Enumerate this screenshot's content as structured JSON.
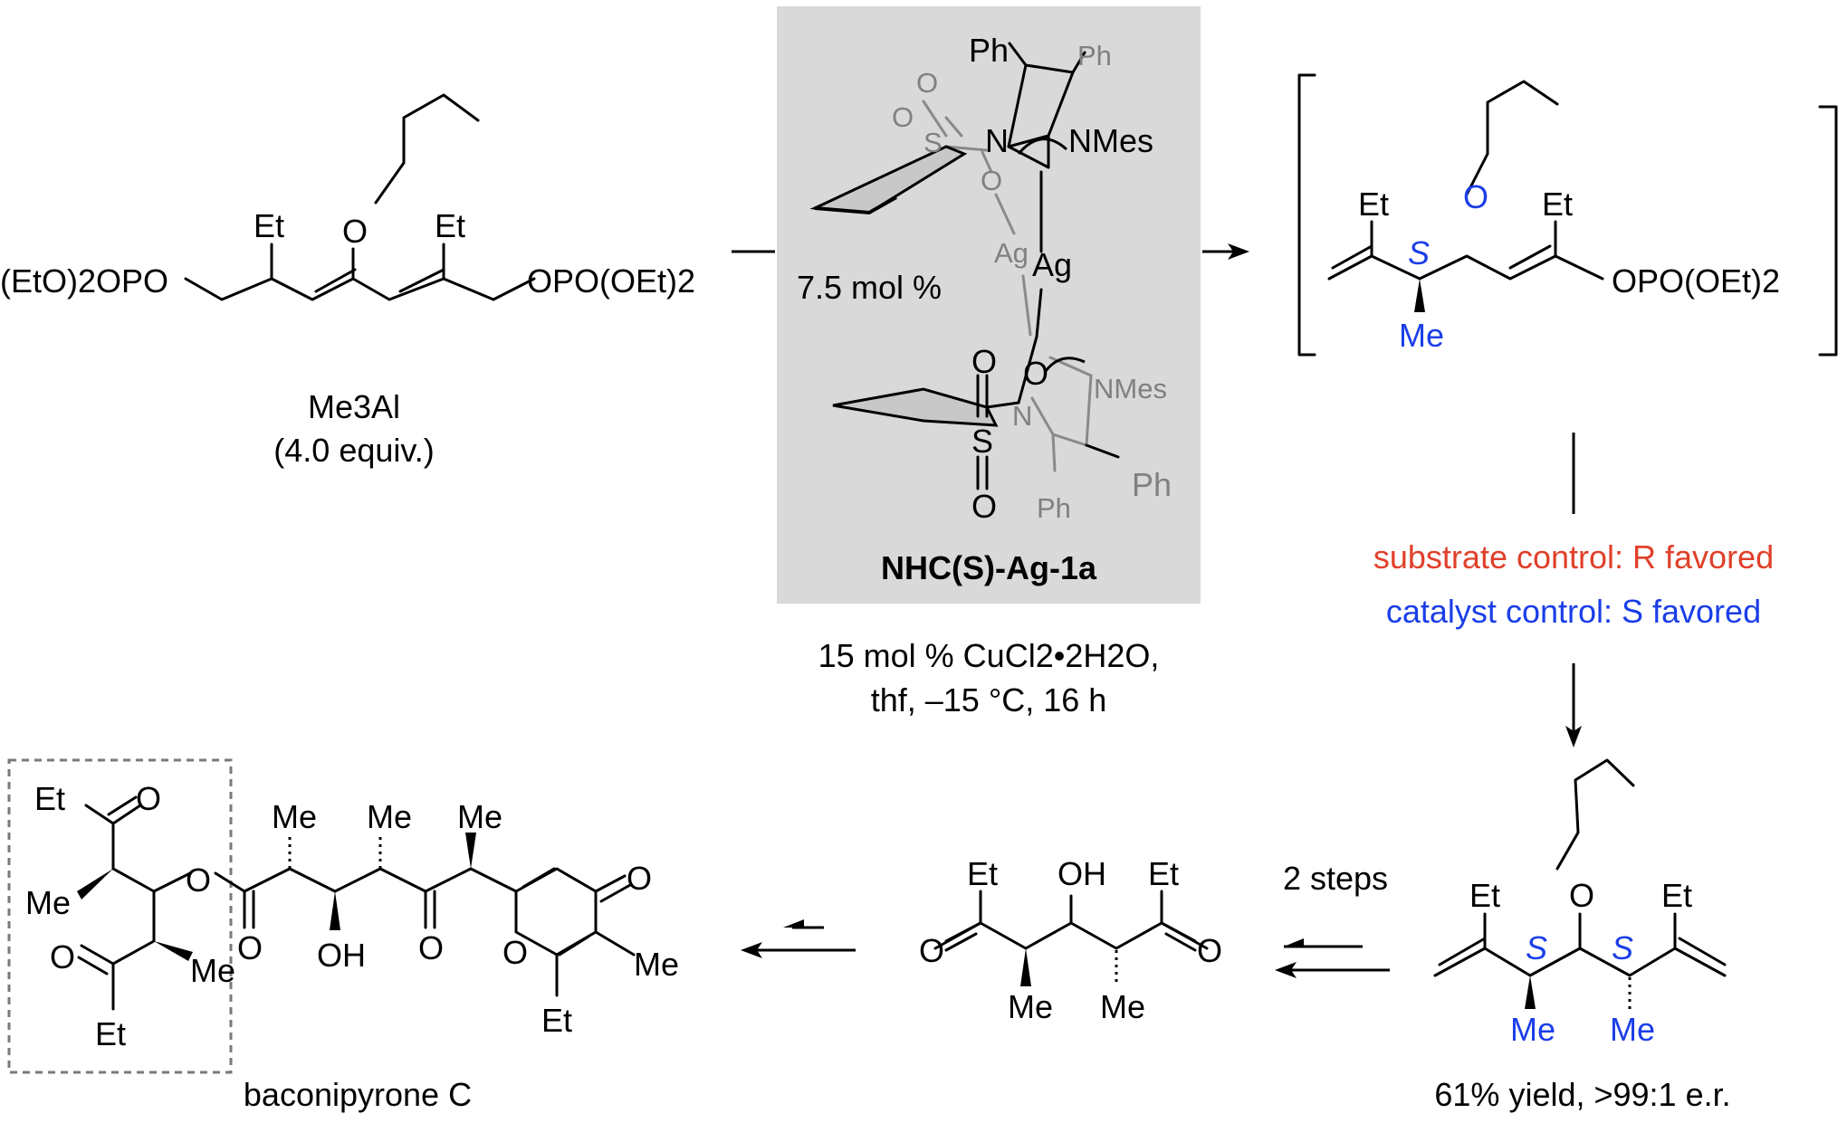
{
  "substrate": {
    "left_group": "(EtO)2OPO",
    "right_group": "OPO(OEt)2",
    "et_left": "Et",
    "et_right": "Et",
    "oxygen": "O"
  },
  "reagent": {
    "name": "Me3Al",
    "amount": "(4.0 equiv.)"
  },
  "catalyst": {
    "loading": "7.5 mol %",
    "name": "NHC(S)-Ag-1a",
    "atoms": {
      "ph_top_left": "Ph",
      "ph_top_right": "Ph",
      "n_top": "N",
      "nmes_top": "NMes",
      "s_top": "S",
      "o_top1": "O",
      "o_top2": "O",
      "o_top3": "O",
      "ag_left": "Ag",
      "ag_right": "Ag",
      "o_bottom": "O",
      "n_bottom": "N",
      "nmes_bottom": "NMes",
      "s_bottom": "S",
      "o_bottom1": "O",
      "o_bottom2": "O",
      "ph_bottom_left": "Ph",
      "ph_bottom_right": "Ph"
    }
  },
  "conditions": {
    "line1": "15 mol % CuCl2•2H2O,",
    "line2": "thf, –15 °C, 16 h"
  },
  "intermediate": {
    "et_left": "Et",
    "et_right": "Et",
    "oxygen": "O",
    "methyl": "Me",
    "stereo": "S",
    "right_group": "OPO(OEt)2"
  },
  "selectivity": {
    "substrate_control": "substrate control: R favored",
    "catalyst_control": "catalyst control: S favored",
    "substrate_color": "#e0402a",
    "catalyst_color": "#1a3ee8"
  },
  "product": {
    "et_left": "Et",
    "et_right": "Et",
    "oxygen": "O",
    "stereo_left": "S",
    "stereo_right": "S",
    "me_left": "Me",
    "me_right": "Me",
    "yield": "61% yield, >99:1 e.r."
  },
  "step_label": "2 steps",
  "diketone": {
    "et_left": "Et",
    "et_right": "Et",
    "oh": "OH",
    "o_left": "O",
    "o_right": "O",
    "me_left": "Me",
    "me_right": "Me"
  },
  "target": {
    "name": "baconipyrone C",
    "et_top": "Et",
    "et_bottom": "Et",
    "et_ring": "Et",
    "me_left": "Me",
    "me_mid": "Me",
    "me1": "Me",
    "me2": "Me",
    "me3": "Me",
    "me_ring": "Me",
    "o_labels": [
      "O",
      "O",
      "O",
      "O",
      "O",
      "O",
      "O"
    ],
    "oh": "OH"
  },
  "colors": {
    "stereo_blue": "#1a3ee8",
    "panel_gray": "#d9d9d9"
  }
}
